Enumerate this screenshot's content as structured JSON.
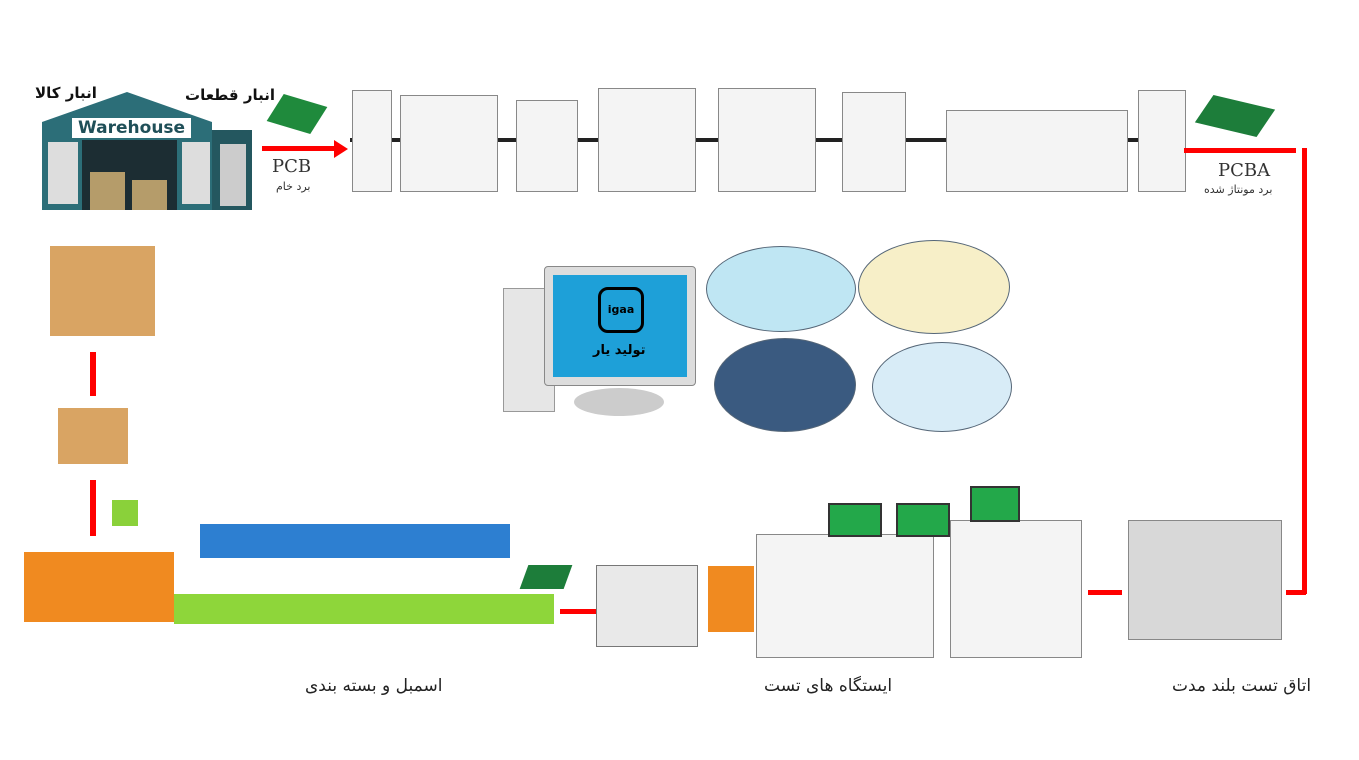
{
  "warehouse": {
    "sign": "Warehouse",
    "goods_label": "انبار کالا",
    "parts_label": "انبار قطعات"
  },
  "pcb": {
    "title": "PCB",
    "subtitle": "برد خام"
  },
  "pcba": {
    "title": "PCBA",
    "subtitle": "برد مونتاژ شده"
  },
  "software": {
    "brand": "تولید یار",
    "logo_text": "igaa"
  },
  "stages": {
    "assembly": "اسمبل و بسته بندی",
    "test_stations": "ایستگاه های تست",
    "burn_in": "اتاق تست بلند مدت"
  },
  "colors": {
    "arrow": "#ff0000",
    "warehouse": "#2c6e78",
    "monitor": "#1ea0d8"
  }
}
